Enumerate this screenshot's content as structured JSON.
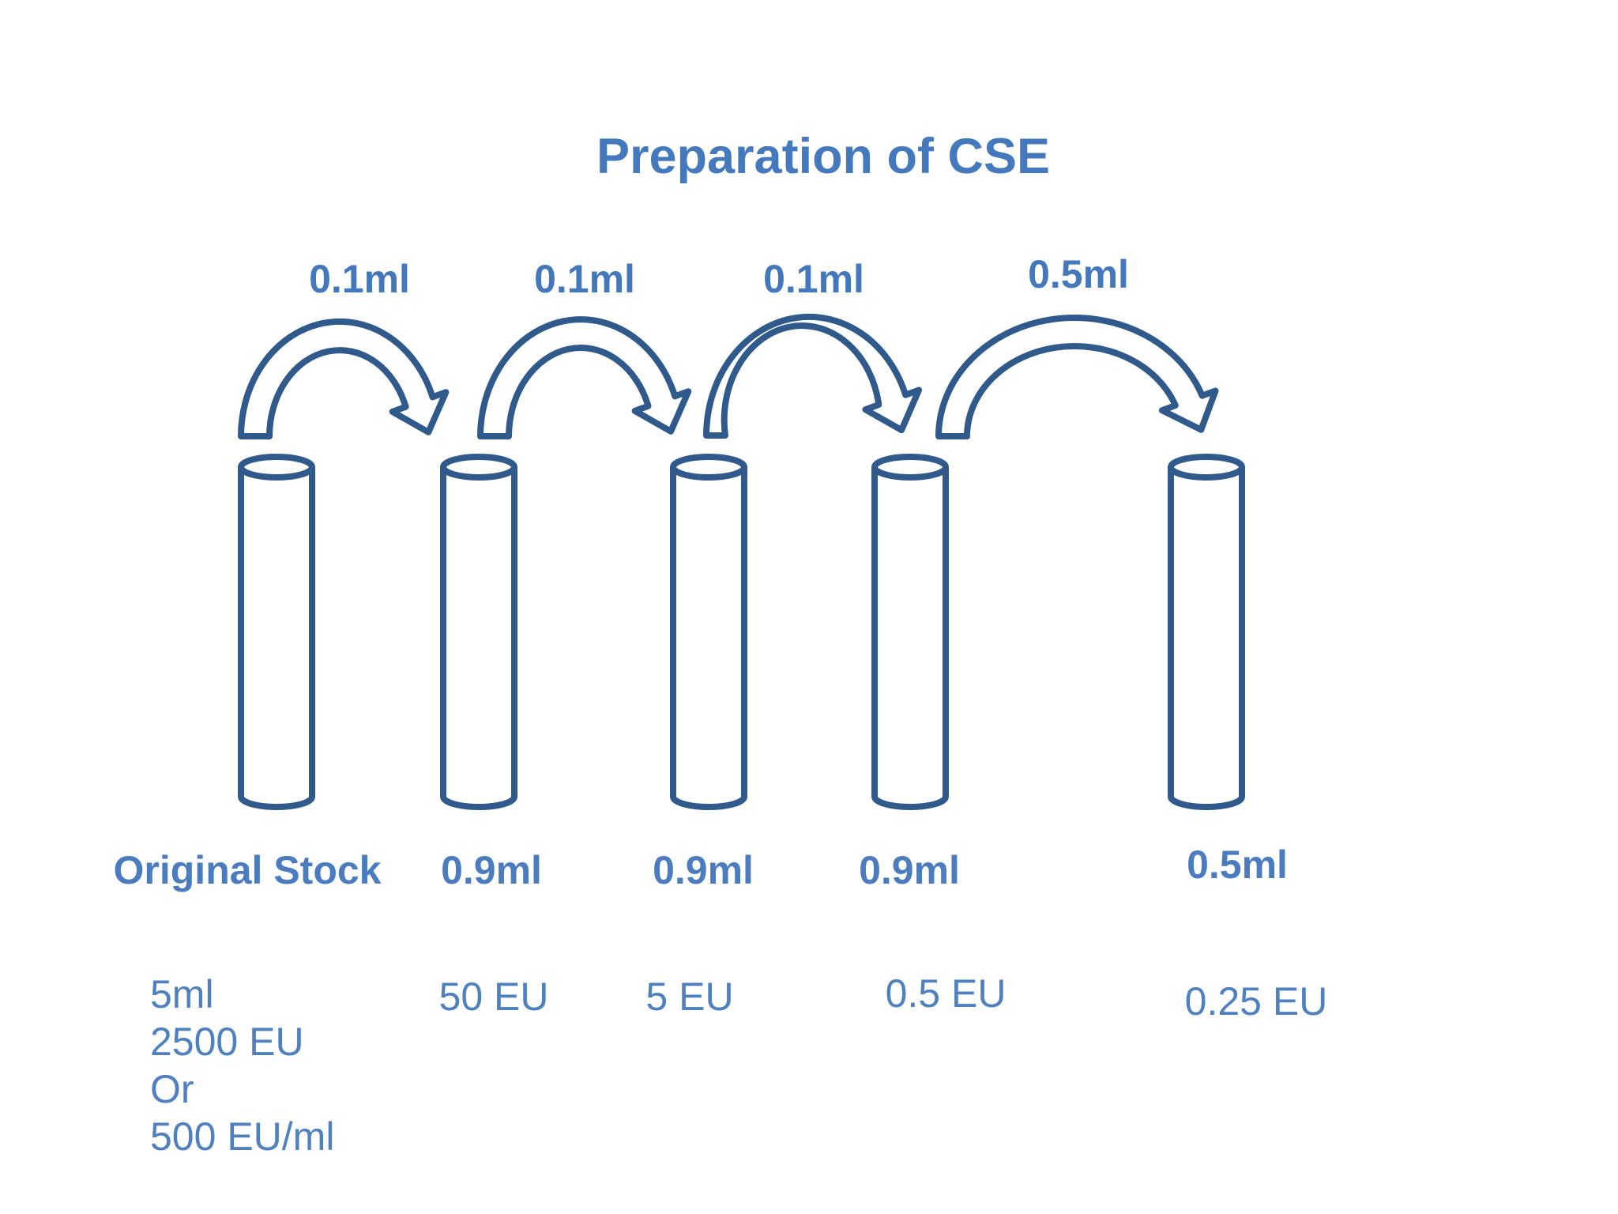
{
  "title": "Preparation of CSE",
  "transfers": [
    {
      "volume": "0.1ml"
    },
    {
      "volume": "0.1ml"
    },
    {
      "volume": "0.1ml"
    },
    {
      "volume": "0.5ml"
    }
  ],
  "tubes": [
    {
      "added_volume": "Original Stock",
      "concentration_lines": [
        "5ml",
        "2500 EU",
        "Or",
        "500 EU/ml"
      ]
    },
    {
      "added_volume": "0.9ml",
      "concentration": "50 EU"
    },
    {
      "added_volume": "0.9ml",
      "concentration": "5 EU"
    },
    {
      "added_volume": "0.9ml",
      "concentration": "0.5 EU"
    },
    {
      "added_volume": "0.5ml",
      "concentration": "0.25 EU"
    }
  ],
  "colors": {
    "title_text": "#4579BE",
    "bold_label_text": "#4B7CBF",
    "value_text": "#4F80C0",
    "shape_outline": "#30598C",
    "background": "#ffffff"
  }
}
